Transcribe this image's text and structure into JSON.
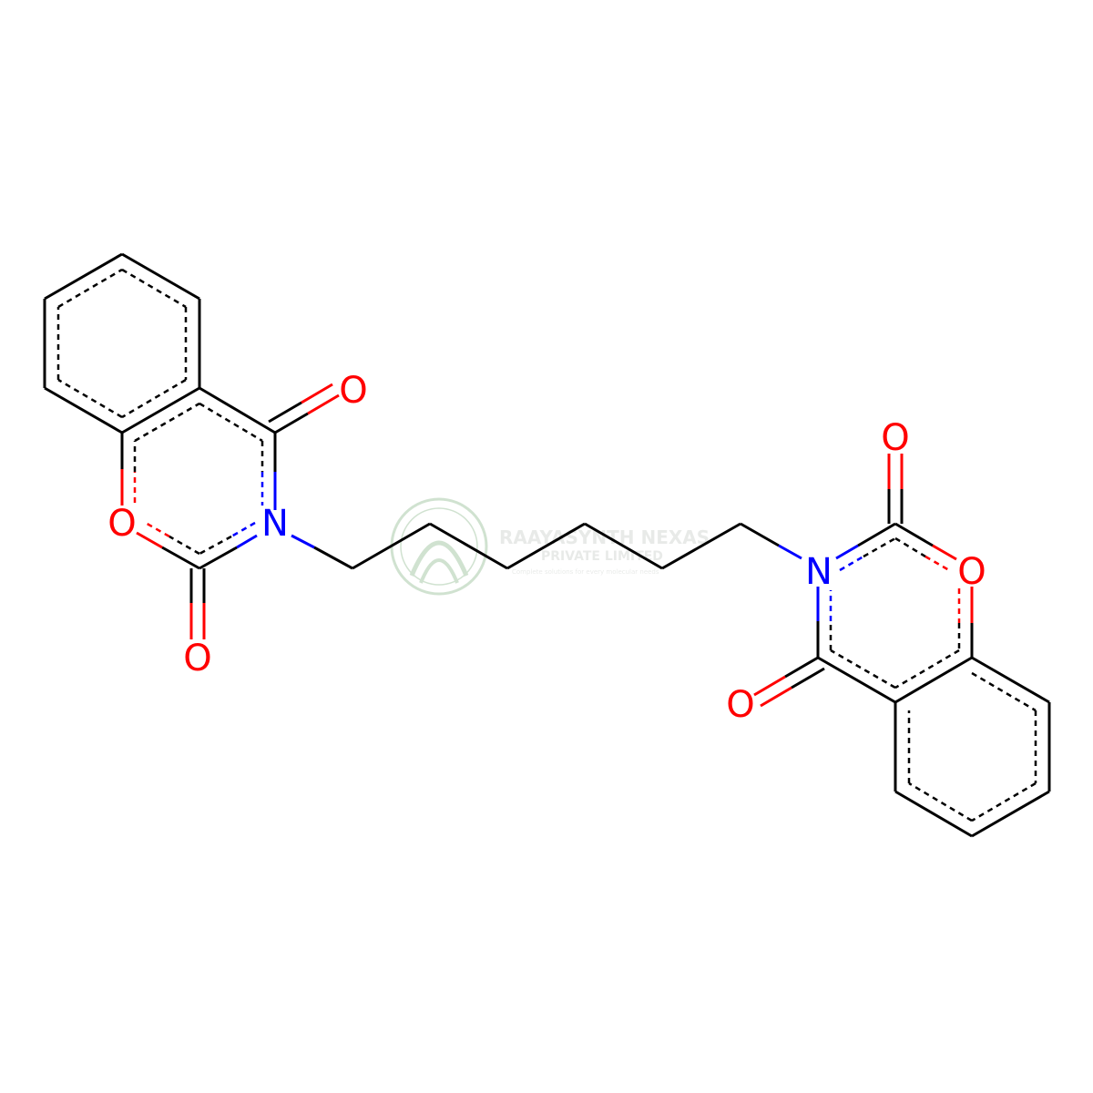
{
  "molecule": {
    "atom_labels": {
      "oxygen": "O",
      "nitrogen": "N"
    },
    "colors": {
      "bond": "#000000",
      "oxygen": "#ff0000",
      "nitrogen": "#0000ff",
      "background": "#ffffff"
    }
  },
  "watermark": {
    "line1": "RAAYASYNTH NEXAS",
    "line2": "PRIVATE LIMITED",
    "line3": "Complete solutions for every molecular needs",
    "color": "#9aa39a",
    "logo_color": "#2f7d2f"
  }
}
